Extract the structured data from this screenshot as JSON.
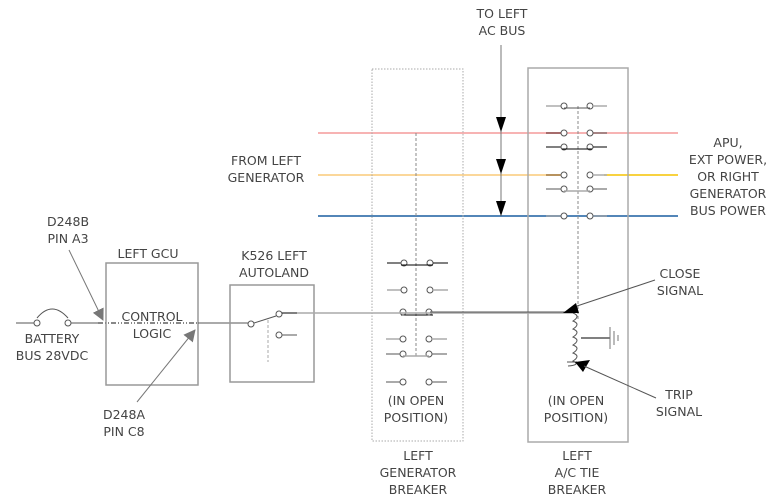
{
  "colors": {
    "bus_a": "#f7b3b3",
    "bus_b": "#f5c45a",
    "bus_b_light": "#fbd79a",
    "bus_c": "#1a5fa0",
    "wire": "#555555",
    "wire_light": "#aaaaaa",
    "text": "#444444",
    "box": "#999999"
  },
  "labels": {
    "to_left_ac_bus": [
      "TO LEFT",
      "AC BUS"
    ],
    "from_left_generator": [
      "FROM LEFT",
      "GENERATOR"
    ],
    "apu_ext_power": [
      "APU,",
      "EXT POWER,",
      "OR RIGHT",
      "GENERATOR",
      "BUS POWER"
    ],
    "d248b": [
      "D248B",
      "PIN A3"
    ],
    "d248a": [
      "D248A",
      "PIN C8"
    ],
    "left_gcu": "LEFT GCU",
    "control_logic": [
      "CONTROL",
      "LOGIC"
    ],
    "battery_bus": [
      "BATTERY",
      "BUS 28VDC"
    ],
    "k526": [
      "K526 LEFT",
      "AUTOLAND"
    ],
    "close_signal": [
      "CLOSE",
      "SIGNAL"
    ],
    "trip_signal": [
      "TRIP",
      "SIGNAL"
    ],
    "gen_breaker_state": [
      "(IN OPEN",
      "POSITION)"
    ],
    "tie_breaker_state": [
      "(IN OPEN",
      "POSITION)"
    ],
    "left_generator_breaker": [
      "LEFT",
      "GENERATOR",
      "BREAKER"
    ],
    "left_ac_tie_breaker": [
      "LEFT",
      "A/C TIE",
      "BREAKER"
    ]
  }
}
